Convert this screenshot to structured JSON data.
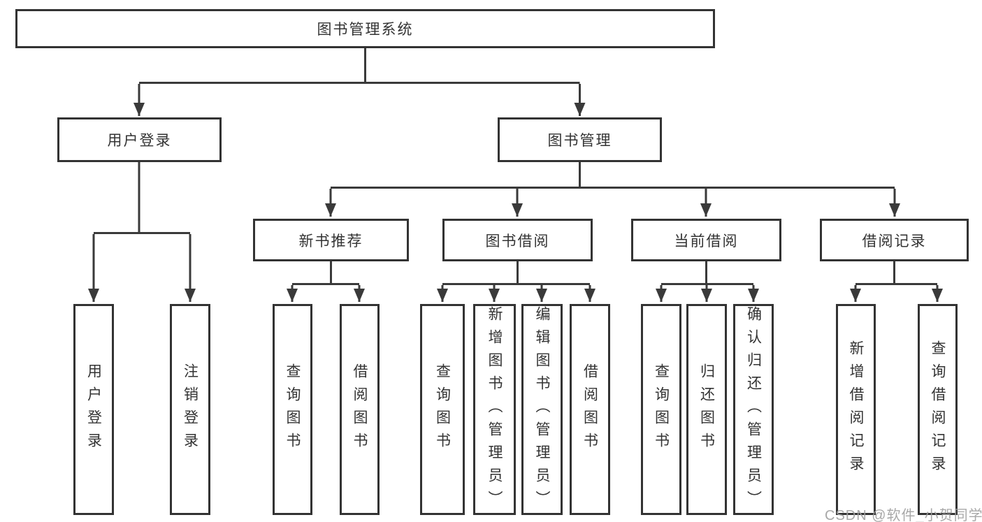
{
  "title": "图书管理系统",
  "branches": {
    "user_login": {
      "label": "用户登录",
      "children": [
        "用户登录",
        "注销登录"
      ]
    },
    "book_management": {
      "label": "图书管理",
      "sections": {
        "new_books": {
          "label": "新书推荐",
          "children": [
            "查询图书",
            "借阅图书"
          ]
        },
        "book_borrowing": {
          "label": "图书借阅",
          "children": [
            "查询图书",
            "新增图书（管理员）",
            "编辑图书（管理员）",
            "借阅图书"
          ]
        },
        "current_borrowing": {
          "label": "当前借阅",
          "children": [
            "查询图书",
            "归还图书",
            "确认归还（管理员）"
          ]
        },
        "borrow_records": {
          "label": "借阅记录",
          "children": [
            "新增借阅记录",
            "查询借阅记录"
          ]
        }
      }
    }
  },
  "watermark": "CSDN @软件_小贺同学",
  "colors": {
    "line": "#3a3a3a",
    "border": "#333333",
    "text": "#333333",
    "watermark": "#9e9e9e"
  }
}
